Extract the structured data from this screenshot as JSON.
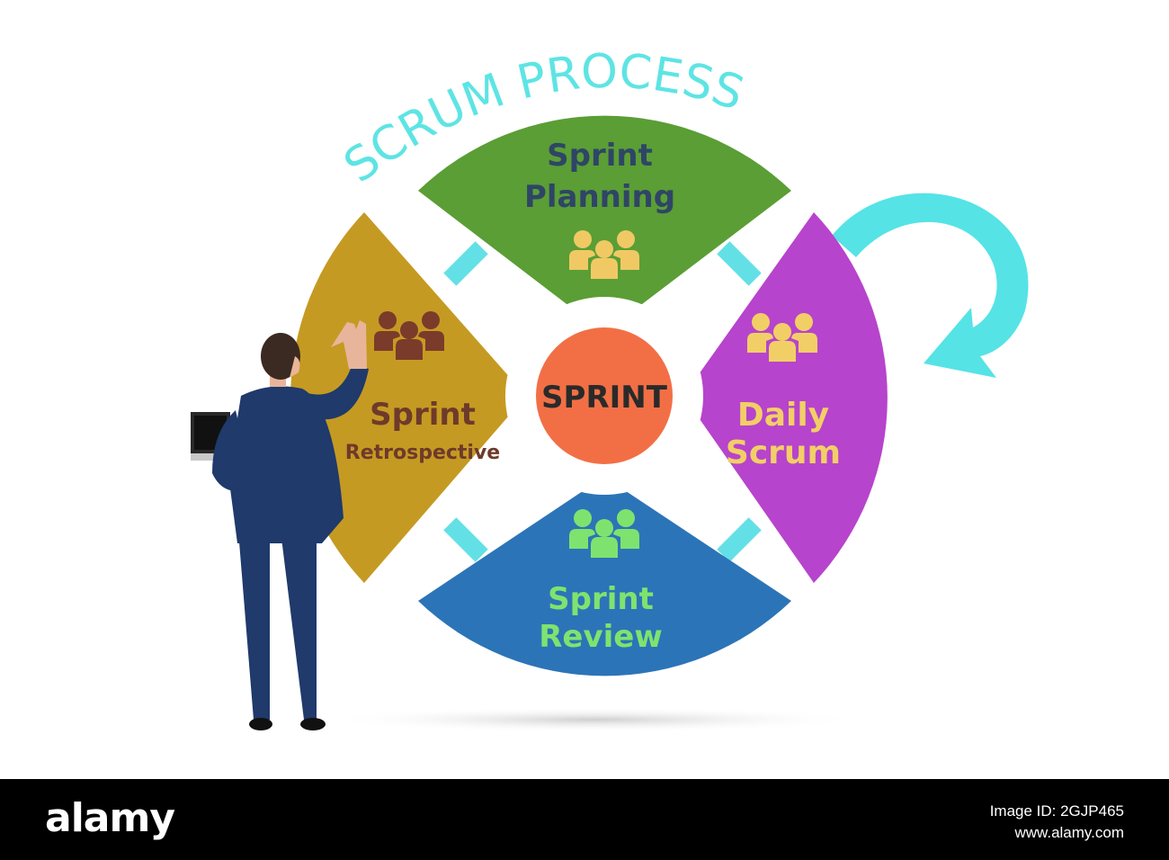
{
  "title": "SCRUM PROCESS",
  "center_label": "SPRINT",
  "segments": {
    "planning": {
      "line1": "Sprint",
      "line2": "Planning"
    },
    "daily": {
      "line1": "Daily",
      "line2": "Scrum"
    },
    "review": {
      "line1": "Sprint",
      "line2": "Review"
    },
    "retrospective": {
      "line1": "Sprint",
      "line2": "Retrospective"
    }
  },
  "colors": {
    "title": "#5ee4e4",
    "connector": "#63e0e6",
    "arrow": "#55e3e6",
    "center_ring": "#ffffff",
    "center": "#f26f45",
    "planning": "#5a9e35",
    "planning_text": "#2f4566",
    "planning_icon": "#f0c964",
    "daily": "#b744cc",
    "daily_text": "#f2cf66",
    "daily_icon": "#f2cf66",
    "review": "#2c74b8",
    "review_text": "#7ee36e",
    "review_icon": "#7ee36e",
    "retrospective": "#c59a22",
    "retro_text": "#6e3a2a",
    "retro_icon": "#7a3b2b",
    "suit": "#1f3a6b",
    "bar": "#000000"
  },
  "icons": {
    "people": "people-group-icon",
    "arrow": "cycle-arrow-icon"
  },
  "watermark": {
    "logo": "alamy",
    "line1": "Image ID: 2GJP465",
    "line2": "www.alamy.com"
  }
}
